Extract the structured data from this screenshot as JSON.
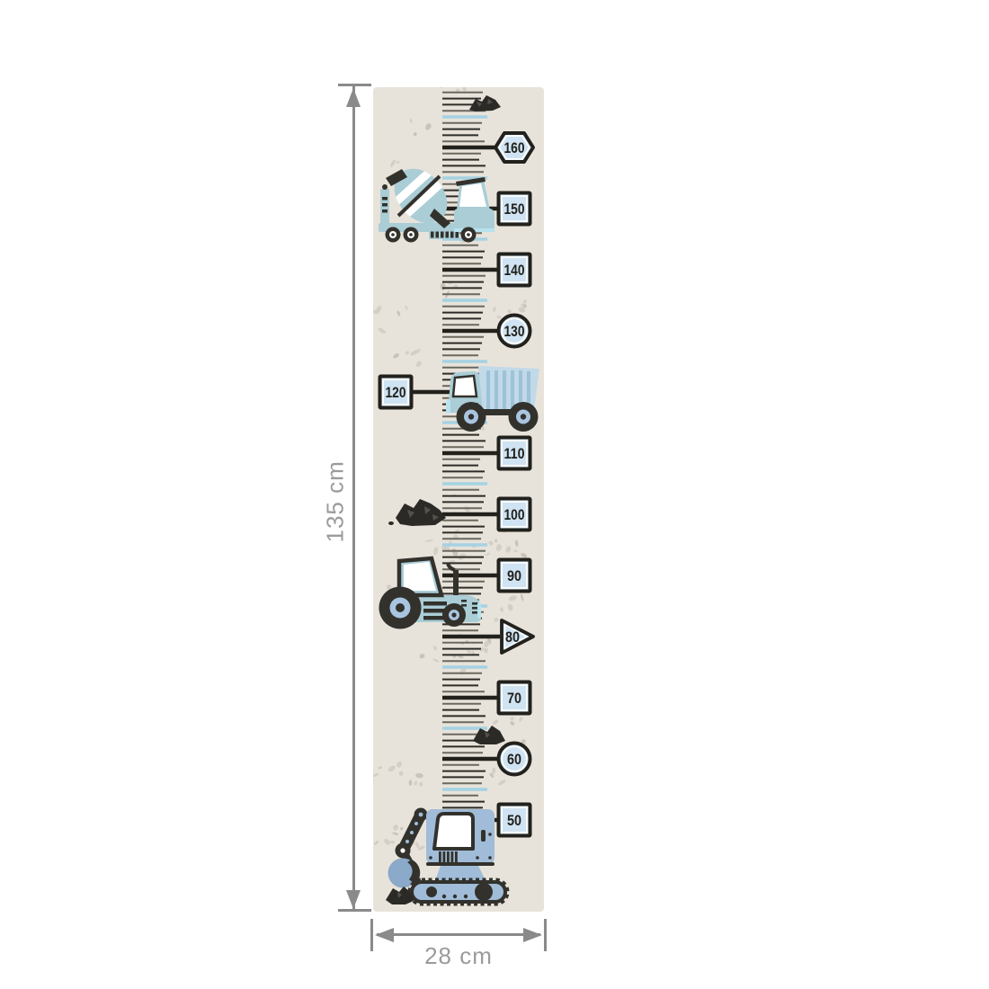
{
  "dimensions": {
    "height_label": "135 cm",
    "width_label": "28 cm"
  },
  "ruler": {
    "unit": "cm",
    "top_cm": 169,
    "bottom_cm": 44,
    "badges": [
      {
        "value": "160",
        "shape": "hexagon",
        "side": "right"
      },
      {
        "value": "150",
        "shape": "square",
        "side": "right"
      },
      {
        "value": "140",
        "shape": "square",
        "side": "right"
      },
      {
        "value": "130",
        "shape": "circle",
        "side": "right"
      },
      {
        "value": "120",
        "shape": "square",
        "side": "left"
      },
      {
        "value": "110",
        "shape": "square",
        "side": "right"
      },
      {
        "value": "100",
        "shape": "square",
        "side": "right"
      },
      {
        "value": "90",
        "shape": "square",
        "side": "right"
      },
      {
        "value": "80",
        "shape": "pennant",
        "side": "right"
      },
      {
        "value": "70",
        "shape": "square",
        "side": "right"
      },
      {
        "value": "60",
        "shape": "circle",
        "side": "right"
      },
      {
        "value": "50",
        "shape": "square",
        "side": "right"
      }
    ]
  },
  "illustrations": [
    {
      "name": "cement-mixer-truck",
      "near_cm": 150
    },
    {
      "name": "dump-truck",
      "near_cm": 120
    },
    {
      "name": "tractor",
      "near_cm": 90
    },
    {
      "name": "excavator",
      "near_cm": 50
    },
    {
      "name": "rock-pile-top",
      "near_cm": 168
    },
    {
      "name": "rock-pile-middle",
      "near_cm": 100
    },
    {
      "name": "rock-pile-lower",
      "near_cm": 65
    },
    {
      "name": "rock-pile-bottom",
      "near_cm": 48
    }
  ],
  "colors": {
    "strip_bg": "#e8e3da",
    "speckle": "#d4cfc6",
    "speckle_alt": "#c9c4ba",
    "tick_dark": "#2d2c27",
    "tick_gray": "#6b6860",
    "tick_blue": "#a5d2e2",
    "major_dark": "#22211c",
    "badge_fill": "#cfe3f2",
    "badge_text": "#22211c",
    "dimension_gray": "#8a8a8a",
    "dimension_text": "#9b9b9b",
    "vehicle_blue": "#aacdd6",
    "vehicle_blue2": "#c2d9e8",
    "stripe_blue": "#9cc2d8",
    "accent_blue": "#b6e3ef",
    "excavator_blue": "#a0bcd8",
    "bucket_blue": "#8ba9c8",
    "hub_blue": "#a9c4e0",
    "detail_dark": "#32312c",
    "rock_dark": "#2b2a26",
    "rock_light": "#53514b"
  }
}
